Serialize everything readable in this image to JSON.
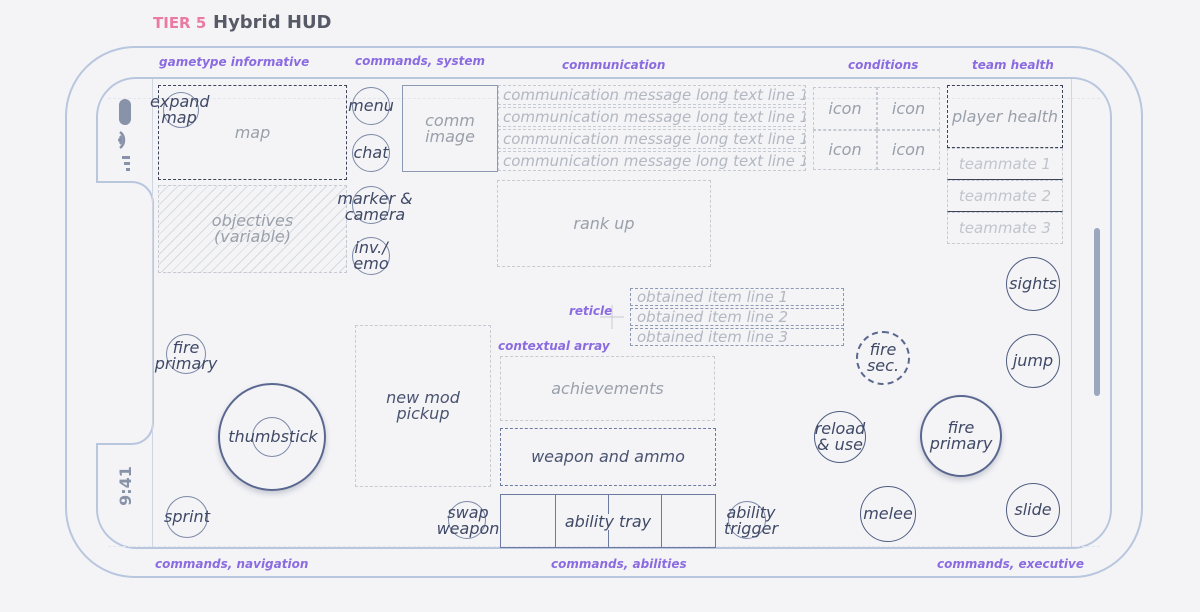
{
  "header": {
    "tier": "TIER 5",
    "title": "Hybrid HUD"
  },
  "device": {
    "time": "9:41"
  },
  "sections": {
    "gametype_informative": "gametype informative",
    "commands_system": "commands, system",
    "communication": "communication",
    "conditions": "conditions",
    "team_health": "team health",
    "commands_navigation": "commands, navigation",
    "commands_abilities": "commands, abilities",
    "commands_executive": "commands, executive",
    "reticle": "reticle",
    "contextual_array": "contextual array"
  },
  "elements": {
    "expand_map": "expand map",
    "map": "map",
    "objectives": "objectives (variable)",
    "menu": "menu",
    "chat": "chat",
    "marker_camera": "marker & camera",
    "inv_emo": "inv./ emo",
    "comm_image": "comm image",
    "comm_messages": [
      "communication message long text line 1",
      "communication message long text line 1",
      "communication message long text line 1",
      "communication message long text line 1"
    ],
    "rank_up": "rank up",
    "condition_icons": [
      "icon",
      "icon",
      "icon",
      "icon"
    ],
    "player_health": "player health",
    "teammates": [
      "teammate 1",
      "teammate 2",
      "teammate 3"
    ],
    "obtained_items": [
      "obtained item line 1",
      "obtained item line 2",
      "obtained item line 3"
    ],
    "achievements": "achievements",
    "weapon_and_ammo": "weapon and ammo",
    "ability_tray": "ability tray",
    "new_mod_pickup": "new mod pickup",
    "fire_primary_left": "fire primary",
    "thumbstick": "thumbstick",
    "sprint": "sprint",
    "swap_weapon": "swap weapon",
    "ability_trigger": "ability trigger",
    "sights": "sights",
    "jump": "jump",
    "fire_secondary": "fire sec.",
    "fire_primary_right": "fire primary",
    "reload_use": "reload & use",
    "melee": "melee",
    "slide": "slide"
  }
}
